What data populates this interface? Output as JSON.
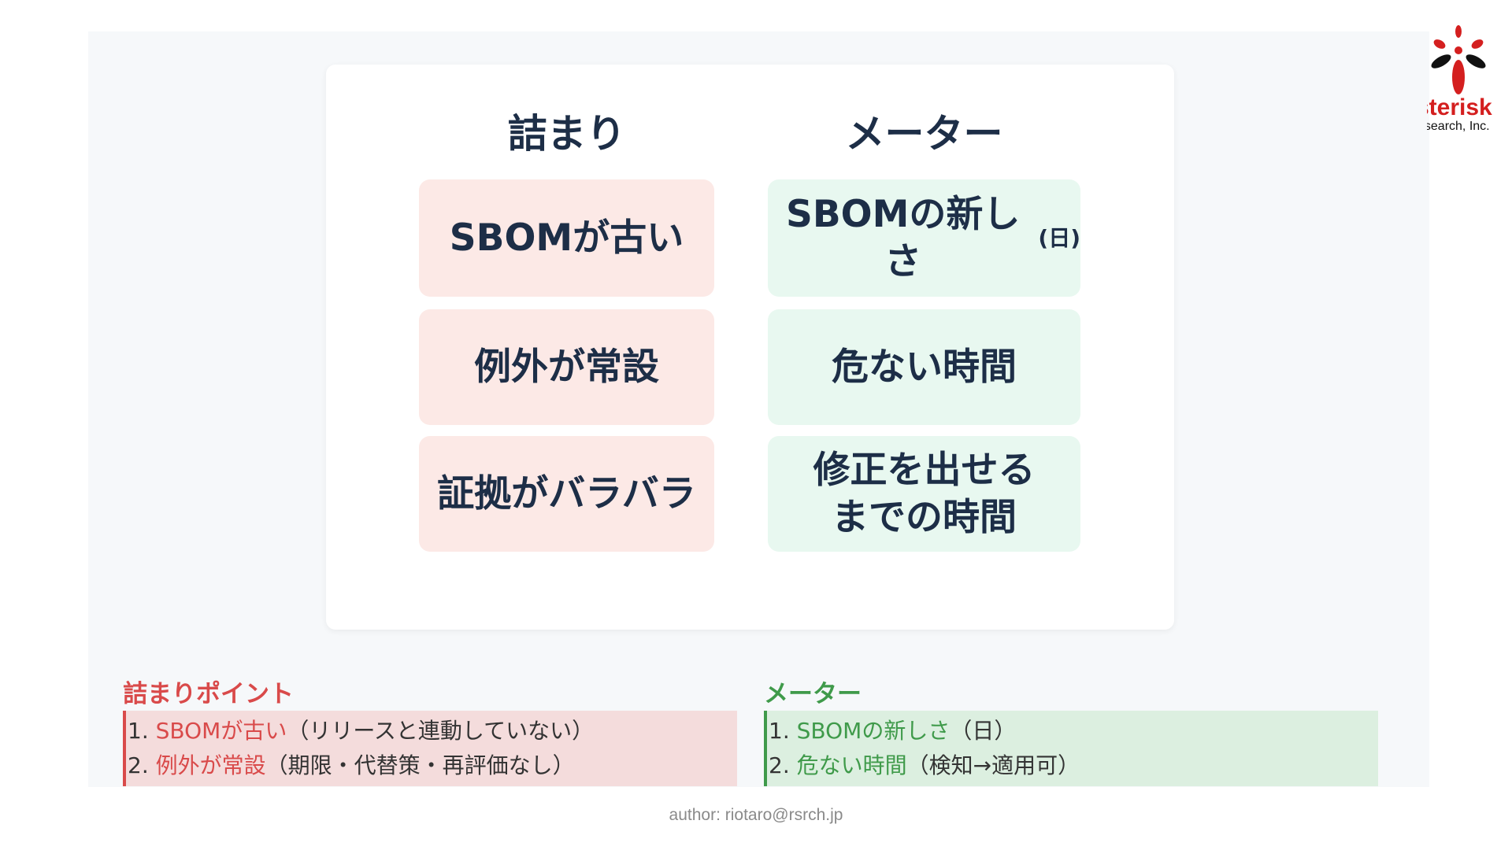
{
  "columns": {
    "left_heading": "詰まり",
    "right_heading": "メーター"
  },
  "pain_points": [
    "SBOMが古い",
    "例外が常設",
    "証拠がバラバラ"
  ],
  "meters": [
    {
      "main": "SBOMの新しさ",
      "suffix": "(日)"
    },
    {
      "main": "危ない時間",
      "suffix": ""
    },
    {
      "line1": "修正を出せる",
      "line2": "までの時間"
    }
  ],
  "summary": {
    "left_title": "詰まりポイント",
    "left_items": [
      {
        "num": "1.",
        "highlight": "SBOMが古い",
        "note": "（リリースと連動していない）"
      },
      {
        "num": "2.",
        "highlight": "例外が常設",
        "note": "（期限・代替策・再評価なし）"
      }
    ],
    "right_title": "メーター",
    "right_items": [
      {
        "num": "1.",
        "highlight": "SBOMの新しさ",
        "note": "（日）"
      },
      {
        "num": "2.",
        "highlight": "危ない時間",
        "note": "（検知→適用可）"
      }
    ]
  },
  "logo": {
    "name": "sterisk",
    "sub": "esearch, Inc."
  },
  "footer": "author: riotaro@rsrch.jp",
  "colors": {
    "pink_bg": "#fce9e6",
    "green_bg": "#e8f8f0",
    "red_accent": "#d94a4a",
    "green_accent": "#3f9a4a",
    "brand_red": "#d41f1f"
  }
}
